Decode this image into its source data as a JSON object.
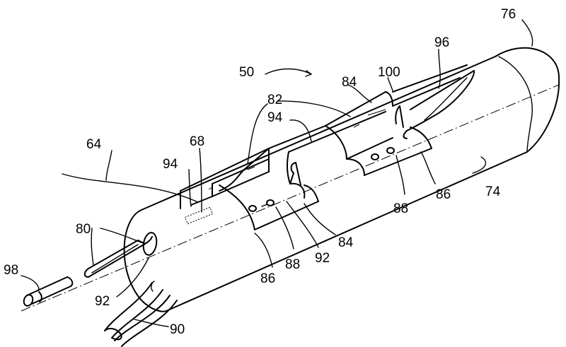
{
  "labels": {
    "l50": "50",
    "l64": "64",
    "l68": "68",
    "l74": "74",
    "l76": "76",
    "l80": "80",
    "l82": "82",
    "l84_top": "84",
    "l84_bot": "84",
    "l86_left": "86",
    "l86_right": "86",
    "l88_left": "88",
    "l88_right": "88",
    "l90": "90",
    "l92_left": "92",
    "l92_mid": "92",
    "l94_left": "94",
    "l94_mid": "94",
    "l96": "96",
    "l98": "98",
    "l100": "100"
  }
}
